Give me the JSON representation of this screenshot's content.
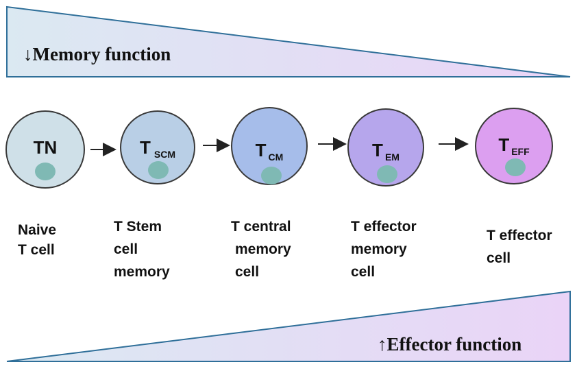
{
  "banners": {
    "top": {
      "arrow": "↓",
      "text": "Memory function"
    },
    "bottom": {
      "arrow": "↑",
      "text": "Effector function"
    }
  },
  "cells": [
    {
      "main": "TN",
      "sub": "",
      "label_lines": [
        "Naive",
        "T cell"
      ],
      "fill": "#cfe0e8"
    },
    {
      "main": "T",
      "sub": "SCM",
      "label_lines": [
        "T Stem",
        "cell",
        "memory"
      ],
      "fill": "#b9cfe6"
    },
    {
      "main": "T",
      "sub": "CM",
      "label_lines": [
        "T central",
        "memory",
        "cell"
      ],
      "fill": "#a6bdea"
    },
    {
      "main": "T",
      "sub": "EM",
      "label_lines": [
        "T effector",
        "memory",
        "cell"
      ],
      "fill": "#b6a6ec"
    },
    {
      "main": "T",
      "sub": "EFF",
      "label_lines": [
        "T effector",
        "cell"
      ],
      "fill": "#dc9ff0"
    }
  ],
  "colors": {
    "gradient_start": "#dbe9f2",
    "gradient_end": "#ead4f7",
    "nucleus": "#7fb9b4",
    "outline": "#3a3a3a",
    "banner_stroke": "#2f6f99"
  }
}
